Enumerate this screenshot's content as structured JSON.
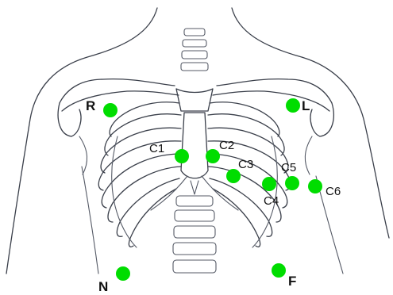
{
  "electrodes": [
    {
      "id": "R",
      "label": "R",
      "color": "#00dd00"
    },
    {
      "id": "L",
      "label": "L",
      "color": "#00dd00"
    },
    {
      "id": "C1",
      "label": "C1",
      "color": "#00dd00"
    },
    {
      "id": "C2",
      "label": "C2",
      "color": "#00dd00"
    },
    {
      "id": "C3",
      "label": "C3",
      "color": "#00dd00"
    },
    {
      "id": "C4",
      "label": "C4",
      "color": "#00dd00"
    },
    {
      "id": "C5",
      "label": "C5",
      "color": "#00dd00"
    },
    {
      "id": "C6",
      "label": "C6",
      "color": "#00dd00"
    },
    {
      "id": "N",
      "label": "N",
      "color": "#00dd00"
    },
    {
      "id": "F",
      "label": "F",
      "color": "#00dd00"
    }
  ]
}
